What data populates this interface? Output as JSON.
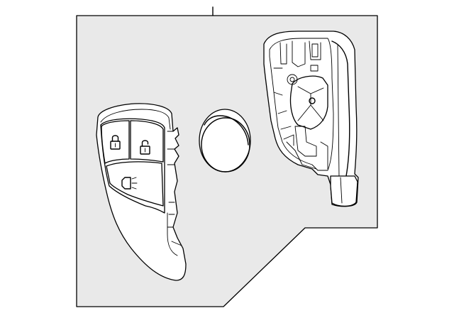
{
  "diagram": {
    "colors": {
      "background": "#ffffff",
      "panel_fill": "#e9e9e9",
      "line": "#000000"
    },
    "parts": [
      {
        "name": "key-fob-front-housing",
        "buttons": [
          "lock-icon",
          "unlock-icon",
          "liftgate-icon"
        ]
      },
      {
        "name": "coin-battery"
      },
      {
        "name": "key-fob-back-housing"
      }
    ]
  }
}
